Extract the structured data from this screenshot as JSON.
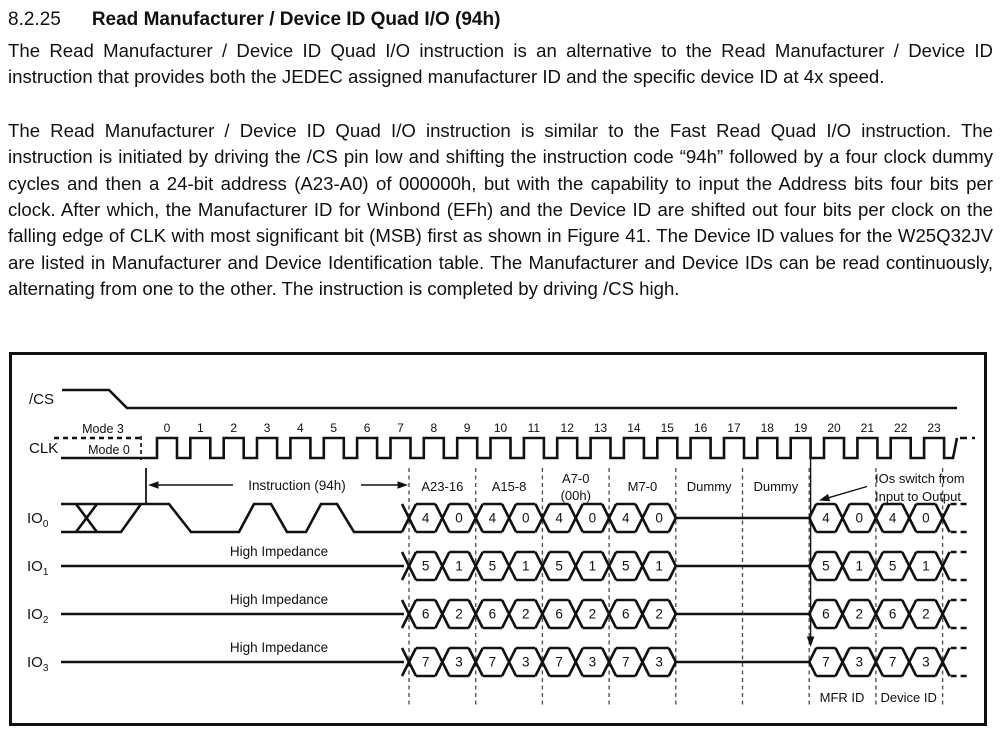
{
  "doc": {
    "section_number": "8.2.25",
    "section_title": "Read Manufacturer / Device ID Quad I/O (94h)",
    "paragraph1": "The Read Manufacturer / Device ID Quad I/O instruction is an alternative to the Read Manufacturer / Device ID instruction that provides both the JEDEC assigned manufacturer ID and the specific device ID at 4x speed.",
    "paragraph2": "The Read Manufacturer / Device ID Quad I/O instruction is similar to the Fast Read Quad I/O instruction. The instruction is initiated by driving the /CS pin low and shifting the instruction code “94h” followed by a four clock dummy cycles and then a 24-bit address (A23-A0) of 000000h, but with the capability to input the Address bits four bits per clock. After which, the Manufacturer ID for Winbond (EFh) and the Device ID are shifted out four bits per clock on the falling edge of CLK with most significant bit (MSB) first as shown in Figure 41. The Device ID values for the W25Q32JV are listed in Manufacturer and Device Identification table. The Manufacturer and Device IDs can be read continuously, alternating from one to the other. The instruction is completed by driving /CS high."
  },
  "figure": {
    "cs_label": "/CS",
    "clk_label": "CLK",
    "mode3_label": "Mode 3",
    "mode0_label": "Mode 0",
    "clock_numbers": [
      "0",
      "1",
      "2",
      "3",
      "4",
      "5",
      "6",
      "7",
      "8",
      "9",
      "10",
      "11",
      "12",
      "13",
      "14",
      "15",
      "16",
      "17",
      "18",
      "19",
      "20",
      "21",
      "22",
      "23"
    ],
    "instruction_label": "Instruction (94h)",
    "phase_labels": [
      {
        "line1": "A23-16"
      },
      {
        "line1": "A15-8"
      },
      {
        "line1": "A7-0",
        "line2": "(00h)"
      },
      {
        "line1": "M7-0"
      },
      {
        "line1": "Dummy"
      },
      {
        "line1": "Dummy"
      }
    ],
    "annotation": {
      "line1": "IOs switch from",
      "line2": "Input to Output"
    },
    "high_impedance_label": "High Impedance",
    "io_rows": [
      {
        "label": "IO",
        "sub": "0",
        "high_impedance": false,
        "input_nibbles": [
          "4",
          "0",
          "4",
          "0",
          "4",
          "0",
          "4",
          "0"
        ],
        "output_nibbles": [
          "4",
          "0",
          "4",
          "0"
        ]
      },
      {
        "label": "IO",
        "sub": "1",
        "high_impedance": true,
        "input_nibbles": [
          "5",
          "1",
          "5",
          "1",
          "5",
          "1",
          "5",
          "1"
        ],
        "output_nibbles": [
          "5",
          "1",
          "5",
          "1"
        ]
      },
      {
        "label": "IO",
        "sub": "2",
        "high_impedance": true,
        "input_nibbles": [
          "6",
          "2",
          "6",
          "2",
          "6",
          "2",
          "6",
          "2"
        ],
        "output_nibbles": [
          "6",
          "2",
          "6",
          "2"
        ]
      },
      {
        "label": "IO",
        "sub": "3",
        "high_impedance": true,
        "input_nibbles": [
          "7",
          "3",
          "7",
          "3",
          "7",
          "3",
          "7",
          "3"
        ],
        "output_nibbles": [
          "7",
          "3",
          "7",
          "3"
        ]
      }
    ],
    "output_phase_labels": [
      "MFR ID",
      "Device ID"
    ]
  }
}
